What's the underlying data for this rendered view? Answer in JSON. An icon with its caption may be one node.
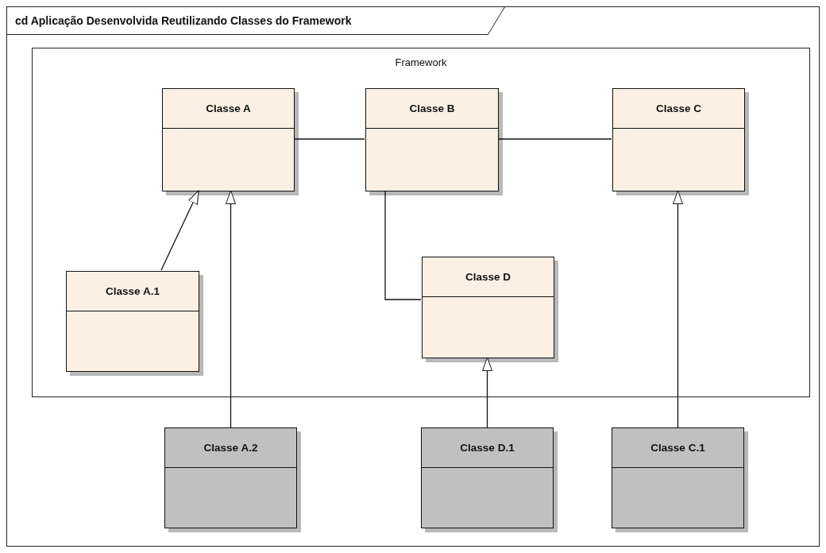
{
  "diagram": {
    "title": "cd Aplicação Desenvolvida Reutilizando Classes do Framework",
    "nodes": [
      {
        "text": [
          "Framework"
        ]
      },
      {
        "text": [
          "Classe A"
        ],
        "in": 0
      },
      {
        "text": [
          "Classe B"
        ],
        "in": 0
      },
      {
        "text": [
          "Classe C"
        ],
        "in": 0
      },
      {
        "text": [
          "Classe A.1"
        ],
        "in": 0
      },
      {
        "text": [
          "Classe D"
        ],
        "in": 0
      },
      {
        "text": [
          "Classe A.2"
        ]
      },
      {
        "text": [
          "Classe D.1"
        ]
      },
      {
        "text": [
          "Classe C.1"
        ]
      }
    ],
    "edges": [
      {
        "from": 1,
        "to": 2,
        "arrow": "none"
      },
      {
        "from": 2,
        "to": 3,
        "arrow": "none"
      },
      {
        "from": 2,
        "to": 5,
        "arrow": "none"
      },
      {
        "from": 4,
        "to": 1,
        "arrow": "to"
      },
      {
        "from": 6,
        "to": 1,
        "arrow": "to"
      },
      {
        "from": 7,
        "to": 5,
        "arrow": "to"
      },
      {
        "from": 8,
        "to": 3,
        "arrow": "to"
      }
    ]
  }
}
